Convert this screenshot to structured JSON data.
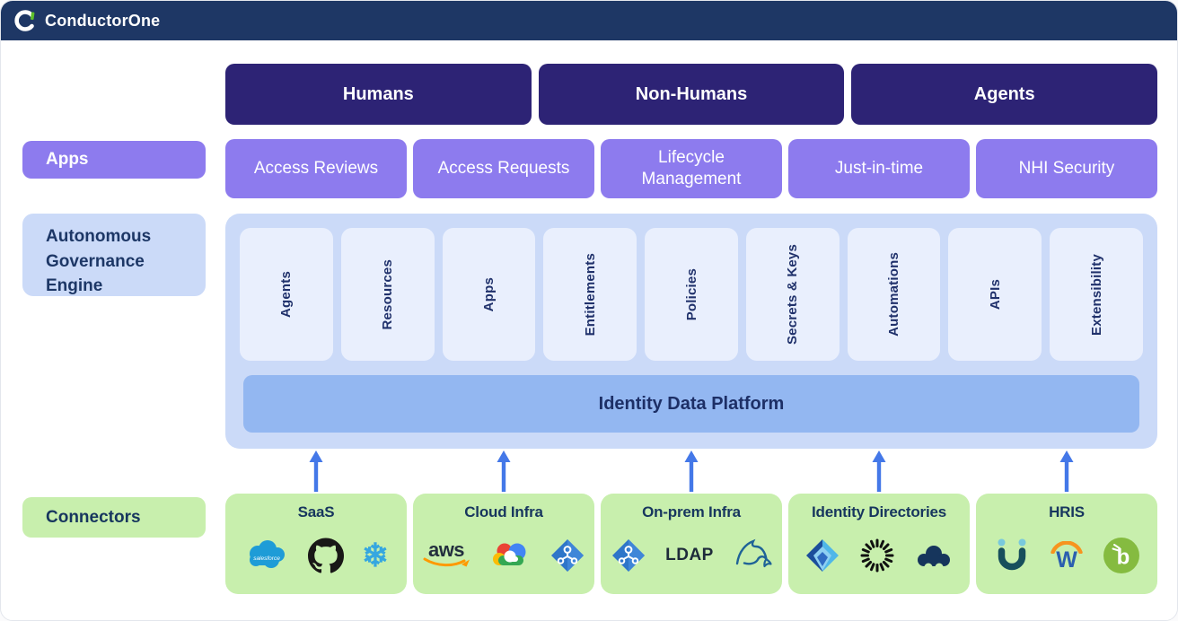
{
  "header": {
    "brand": "ConductorOne",
    "logo": "conductorone-c1-logo"
  },
  "top_row": {
    "items": [
      {
        "label": "Humans"
      },
      {
        "label": "Non-Humans"
      },
      {
        "label": "Agents"
      }
    ]
  },
  "apps_row": {
    "label": "Apps",
    "items": [
      {
        "label": "Access Reviews"
      },
      {
        "label": "Access Requests"
      },
      {
        "label": "Lifecycle Management"
      },
      {
        "label": "Just-in-time"
      },
      {
        "label": "NHI Security"
      }
    ]
  },
  "engine": {
    "label": "Autonomous Governance Engine",
    "columns": [
      "Agents",
      "Resources",
      "Apps",
      "Entitlements",
      "Policies",
      "Secrets & Keys",
      "Automations",
      "APIs",
      "Extensibility"
    ],
    "platform": "Identity Data Platform"
  },
  "connectors": {
    "label": "Connectors",
    "groups": [
      {
        "title": "SaaS",
        "icons": [
          "salesforce",
          "github",
          "snowflake"
        ]
      },
      {
        "title": "Cloud Infra",
        "icons": [
          "aws",
          "google-cloud",
          "azure-ad"
        ]
      },
      {
        "title": "On-prem Infra",
        "icons": [
          "azure-ad",
          "ldap",
          "mysql"
        ]
      },
      {
        "title": "Identity Directories",
        "icons": [
          "microsoft-entra",
          "okta",
          "jumpcloud"
        ]
      },
      {
        "title": "HRIS",
        "icons": [
          "hibob",
          "workday",
          "bamboohr"
        ]
      }
    ]
  },
  "glyphs": {
    "snowflake": "❄",
    "aws": "aws",
    "ldap": "LDAP",
    "salesforce": "salesforce",
    "workday_w": "W",
    "bamboohr_b": "b"
  },
  "colors": {
    "header_navy": "#1E3765",
    "dark_purple": "#2D2375",
    "purple": "#8D7BEE",
    "light_blue": "#CBDAF8",
    "card_blue": "#E9EFFD",
    "platform_blue": "#93B7F1",
    "navy_text": "#1D3766",
    "arrow_blue": "#4478E8",
    "green": "#C8EFAD"
  }
}
